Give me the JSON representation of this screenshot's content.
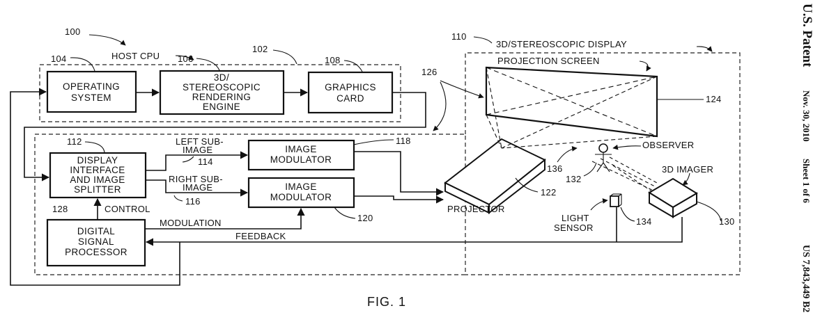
{
  "labels": {
    "ref_100": "100",
    "host_cpu": "HOST CPU",
    "ref_102": "102",
    "ref_104": "104",
    "ref_106": "106",
    "ref_108": "108",
    "ref_110": "110",
    "display_title": "3D/STEREOSCOPIC DISPLAY",
    "projection_screen": "PROJECTION SCREEN",
    "ref_124": "124",
    "ref_126": "126",
    "ref_112": "112",
    "left_sub_1": "LEFT SUB-",
    "left_sub_2": "IMAGE",
    "ref_114": "114",
    "ref_118": "118",
    "right_sub_1": "RIGHT SUB-",
    "right_sub_2": "IMAGE",
    "ref_116": "116",
    "ref_122": "122",
    "projector": "PROJECTOR",
    "ref_128": "128",
    "control": "CONTROL",
    "modulation": "MODULATION",
    "ref_120": "120",
    "feedback": "FEEDBACK",
    "observer": "OBSERVER",
    "ref_136": "136",
    "ref_132": "132",
    "imager_3d": "3D IMAGER",
    "light_sensor_1": "LIGHT",
    "light_sensor_2": "SENSOR",
    "ref_134": "134",
    "ref_130": "130",
    "fig": "FIG. 1"
  },
  "boxes": {
    "os": [
      "OPERATING",
      "SYSTEM"
    ],
    "rendering": [
      "3D/",
      "STEREOSCOPIC",
      "RENDERING",
      "ENGINE"
    ],
    "graphics": [
      "GRAPHICS",
      "CARD"
    ],
    "display_interface": [
      "DISPLAY",
      "INTERFACE",
      "AND IMAGE",
      "SPLITTER"
    ],
    "modulator_top": [
      "IMAGE",
      "MODULATOR"
    ],
    "modulator_bottom": [
      "IMAGE",
      "MODULATOR"
    ],
    "dsp": [
      "DIGITAL",
      "SIGNAL",
      "PROCESSOR"
    ]
  },
  "side": {
    "title": "U.S. Patent",
    "date": "Nov. 30, 2010",
    "sheet": "Sheet 1 of 6",
    "number": "US 7,843,449 B2"
  }
}
